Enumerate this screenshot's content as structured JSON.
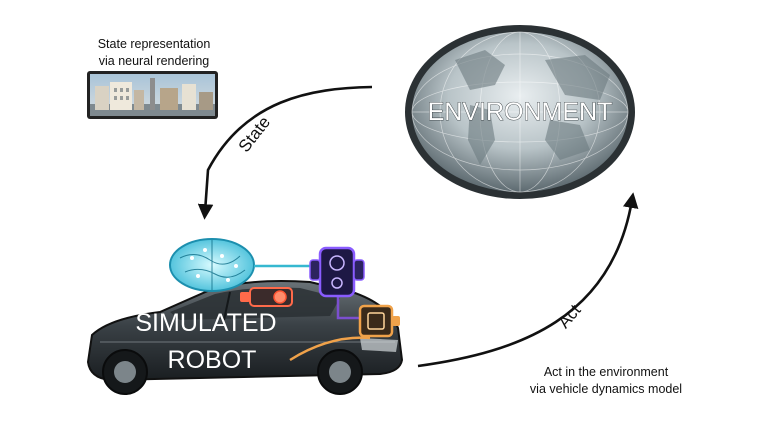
{
  "state_caption": {
    "line1": "State representation",
    "line2": "via neural rendering"
  },
  "arrow_labels": {
    "state": "State",
    "act": "Act"
  },
  "environment": {
    "label": "ENVIRONMENT"
  },
  "robot": {
    "line1": "SIMULATED",
    "line2": "ROBOT"
  },
  "act_caption": {
    "line1": "Act in the environment",
    "line2": "via vehicle dynamics model"
  }
}
